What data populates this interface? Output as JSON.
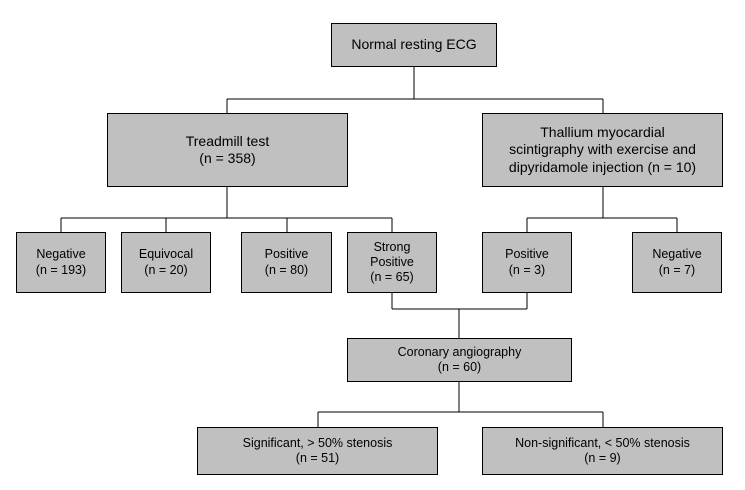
{
  "root": {
    "line1": "Normal resting ECG"
  },
  "treadmill": {
    "line1": "Treadmill test",
    "line2": "(n = 358)"
  },
  "thallium": {
    "line1": "Thallium myocardial",
    "line2": "scintigraphy with exercise and",
    "line3": "dipyridamole injection (n = 10)"
  },
  "treadmill_results": {
    "negative": {
      "line1": "Negative",
      "line2": "(n = 193)"
    },
    "equivocal": {
      "line1": "Equivocal",
      "line2": "(n = 20)"
    },
    "positive": {
      "line1": "Positive",
      "line2": "(n = 80)"
    },
    "strong_positive": {
      "line1": "Strong",
      "line2": "Positive",
      "line3": "(n = 65)"
    }
  },
  "thallium_results": {
    "positive": {
      "line1": "Positive",
      "line2": "(n = 3)"
    },
    "negative": {
      "line1": "Negative",
      "line2": "(n = 7)"
    }
  },
  "angiography": {
    "line1": "Coronary angiography",
    "line2": "(n = 60)"
  },
  "outcomes": {
    "significant": {
      "line1": "Significant, > 50% stenosis",
      "line2": "(n = 51)"
    },
    "nonsignificant": {
      "line1": "Non-significant, < 50% stenosis",
      "line2": "(n = 9)"
    }
  }
}
